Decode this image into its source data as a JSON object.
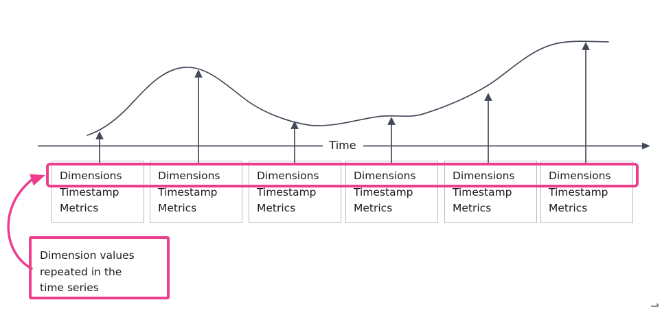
{
  "diagram": {
    "description": "Time series diagram: curve over a time axis with arrows pointing from repeated record boxes to points on the curve",
    "axis": {
      "label": "Time"
    },
    "record_boxes": [
      {
        "dimensions": "Dimensions",
        "timestamp": "Timestamp",
        "metrics": "Metrics"
      },
      {
        "dimensions": "Dimensions",
        "timestamp": "Timestamp",
        "metrics": "Metrics"
      },
      {
        "dimensions": "Dimensions",
        "timestamp": "Timestamp",
        "metrics": "Metrics"
      },
      {
        "dimensions": "Dimensions",
        "timestamp": "Timestamp",
        "metrics": "Metrics"
      },
      {
        "dimensions": "Dimensions",
        "timestamp": "Timestamp",
        "metrics": "Metrics"
      },
      {
        "dimensions": "Dimensions",
        "timestamp": "Timestamp",
        "metrics": "Metrics"
      }
    ],
    "callout": {
      "lines": [
        "Dimension values",
        "repeated in the",
        "time series"
      ]
    },
    "colors": {
      "accent_pink": "#ee3d8c",
      "line_gray": "#434a57",
      "box_border_gray": "#b6bac0",
      "text": "#1a1a1a"
    }
  }
}
